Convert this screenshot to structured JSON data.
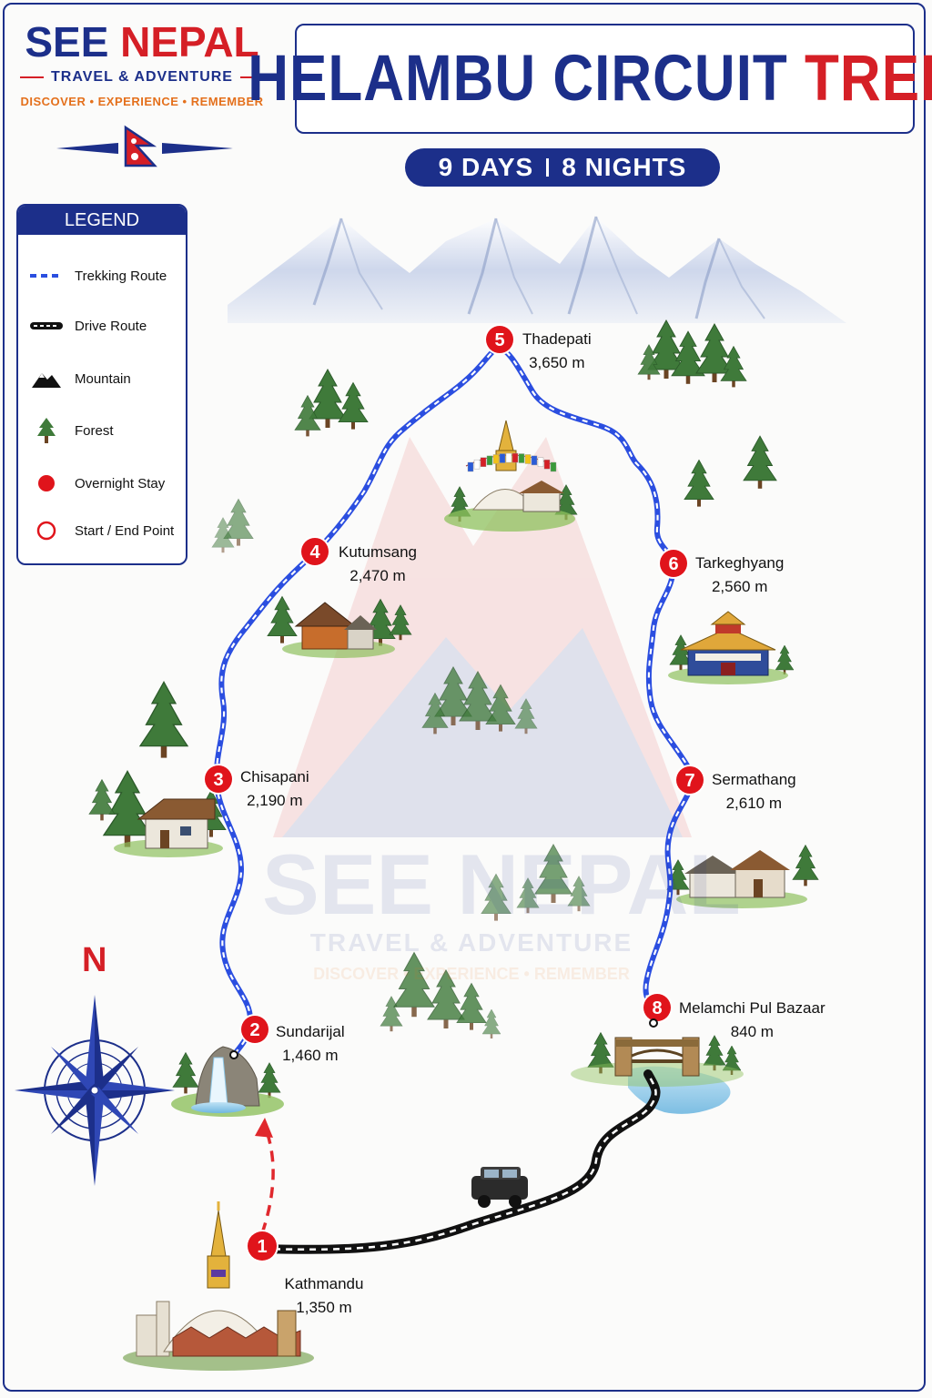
{
  "brand": {
    "name_part1": "SEE",
    "name_part2": "NEPAL",
    "tagline": "TRAVEL & ADVENTURE",
    "motto": "DISCOVER • EXPERIENCE • REMEMBER"
  },
  "title": {
    "part1": "HELAMBU CIRCUIT",
    "part2": "TREK"
  },
  "duration": {
    "days": "9 DAYS",
    "nights": "8 NIGHTS"
  },
  "legend": {
    "title": "LEGEND",
    "items": [
      {
        "label": "Trekking Route",
        "icon": "dashed-blue-line"
      },
      {
        "label": "Drive Route",
        "icon": "road-line"
      },
      {
        "label": "Mountain",
        "icon": "mountain-icon"
      },
      {
        "label": "Forest",
        "icon": "tree-icon"
      },
      {
        "label": "Overnight Stay",
        "icon": "red-dot"
      },
      {
        "label": "Start / End Point",
        "icon": "red-ring"
      }
    ]
  },
  "stops": [
    {
      "num": "1",
      "name": "Kathmandu",
      "elevation": "1,350 m"
    },
    {
      "num": "2",
      "name": "Sundarijal",
      "elevation": "1,460 m"
    },
    {
      "num": "3",
      "name": "Chisapani",
      "elevation": "2,190 m"
    },
    {
      "num": "4",
      "name": "Kutumsang",
      "elevation": "2,470 m"
    },
    {
      "num": "5",
      "name": "Thadepati",
      "elevation": "3,650 m"
    },
    {
      "num": "6",
      "name": "Tarkeghyang",
      "elevation": "2,560 m"
    },
    {
      "num": "7",
      "name": "Sermathang",
      "elevation": "2,610 m"
    },
    {
      "num": "8",
      "name": "Melamchi Pul Bazaar",
      "elevation": "840 m"
    }
  ],
  "compass": {
    "north": "N"
  },
  "colors": {
    "brand_blue": "#1c2f8a",
    "brand_red": "#d51f26",
    "route_blue": "#2b4ee0",
    "accent_orange": "#e4701c"
  }
}
